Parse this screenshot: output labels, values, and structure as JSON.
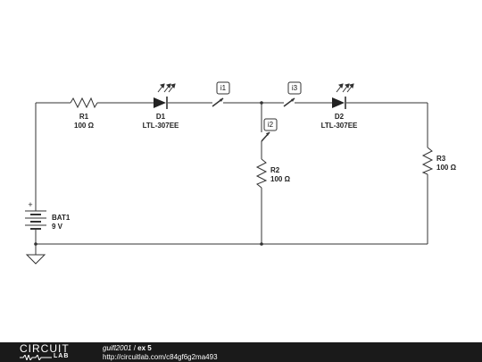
{
  "components": {
    "R1": {
      "name": "R1",
      "value": "100 Ω"
    },
    "D1": {
      "name": "D1",
      "value": "LTL-307EE"
    },
    "D2": {
      "name": "D2",
      "value": "LTL-307EE"
    },
    "R2": {
      "name": "R2",
      "value": "100 Ω"
    },
    "R3": {
      "name": "R3",
      "value": "100 Ω"
    },
    "BAT1": {
      "name": "BAT1",
      "value": "9 V",
      "polarity": "+"
    }
  },
  "probes": {
    "i1": "i1",
    "i2": "i2",
    "i3": "i3"
  },
  "footer": {
    "logo_top": "CIRCUIT",
    "logo_bottom": "LAB",
    "author": "guifl2001",
    "separator": " / ",
    "title": "ex 5",
    "url": "http://circuitlab.com/c84gf6g2ma493"
  },
  "colors": {
    "wire": "#333333",
    "footer_bg": "#1a1a1a",
    "footer_text": "#ffffff"
  }
}
